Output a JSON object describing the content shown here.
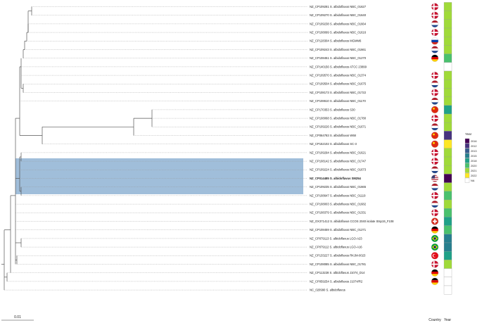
{
  "columns": {
    "country": "Country",
    "year": "Year"
  },
  "legend": {
    "title": "Year",
    "entries": [
      {
        "label": "2016",
        "color": "#440154"
      },
      {
        "label": "2012",
        "color": "#46337e"
      },
      {
        "label": "2013",
        "color": "#365c8d"
      },
      {
        "label": "2015",
        "color": "#277f8e"
      },
      {
        "label": "2018",
        "color": "#1fa187"
      },
      {
        "label": "2020",
        "color": "#4ac16d"
      },
      {
        "label": "2021",
        "color": "#a0da39"
      },
      {
        "label": "2022",
        "color": "#fde725"
      },
      {
        "label": "NA",
        "color": "#ffffff"
      }
    ]
  },
  "scale_bar": {
    "label": "0.01"
  },
  "highlight_color": "#8fb3d4",
  "tips": [
    {
      "label": "NZ_CP109281 S. albidoflavus NBC_01627",
      "country": "denmark",
      "year": "2021"
    },
    {
      "label": "NZ_CP109270 S. albidoflavus NBC_01640",
      "country": "denmark",
      "year": "2021"
    },
    {
      "label": "NZ_CP109238 S. albidoflavus NBC_01664",
      "country": "netherlands",
      "year": "2021"
    },
    {
      "label": "NZ_CP108099 S. albidoflavus NBC_01616",
      "country": "denmark",
      "year": "2021"
    },
    {
      "label": "NZ_CP128304 S. albidoflavus MGMM6",
      "country": "russia",
      "year": "2021"
    },
    {
      "label": "NZ_CP109243 S. albidoflavus NBC_01661",
      "country": "netherlands",
      "year": "2021"
    },
    {
      "label": "NZ_CP108451 S. albidoflavus NBC_01270",
      "country": "germany",
      "year": "2020"
    },
    {
      "label": "NZ_CP140156 S. albidoflavus ATCC 23899",
      "country": "",
      "year": "NA"
    },
    {
      "label": "NZ_CP109570 S. albidoflavus NBC_01374",
      "country": "denmark",
      "year": "2021"
    },
    {
      "label": "NZ_CP109504 S. albidoflavus NBC_01675",
      "country": "netherlands",
      "year": "2021"
    },
    {
      "label": "NZ_CP108173 S. albidoflavus NBC_01722",
      "country": "denmark",
      "year": "2021"
    },
    {
      "label": "NZ_CP108610 S. albidoflavus NBC_01170",
      "country": "netherlands",
      "year": "2021"
    },
    {
      "label": "NZ_CP170353 S. albidoflavus S30",
      "country": "china",
      "year": "2018"
    },
    {
      "label": "NZ_CP108068 S. albidoflavus NBC_01780",
      "country": "denmark",
      "year": "2021"
    },
    {
      "label": "NZ_CP109226 S. albidoflavus NBC_01671",
      "country": "netherlands",
      "year": "2021"
    },
    {
      "label": "NZ_CP064783 S. albidoflavus W68",
      "country": "china",
      "year": "2012"
    },
    {
      "label": "NZ_CP152102 S. albidoflavus SC-3",
      "country": "china",
      "year": "2022"
    },
    {
      "label": "NZ_CP109294 S. albidoflavus NBC_01621",
      "country": "denmark",
      "year": "2021"
    },
    {
      "label": "NZ_CP108142 S. albidoflavus NBC_01747",
      "country": "denmark",
      "year": "2021"
    },
    {
      "label": "NZ_CP109224 S. albidoflavus NBC_01673",
      "country": "netherlands",
      "year": "2021"
    },
    {
      "label": "NZ_CP014485 S. albidoflavus SM254",
      "country": "usa",
      "year": "2016",
      "bold": true
    },
    {
      "label": "NZ_CP109235 S. albidoflavus NBC_01665",
      "country": "netherlands",
      "year": "2021"
    },
    {
      "label": "NZ_CP108647 S. albidoflavus NBC_01119",
      "country": "denmark",
      "year": "2020"
    },
    {
      "label": "NZ_CP108003 S. albidoflavus NBC_01682",
      "country": "netherlands",
      "year": "2021"
    },
    {
      "label": "NZ_CP108379 S. albidoflavus NBC_01331",
      "country": "denmark",
      "year": "2020"
    },
    {
      "label": "NZ_OX371412 S. albidoflavus CCOS 2040 isolate Stsp19_F108",
      "country": "switzerland",
      "year": "2018"
    },
    {
      "label": "NZ_CP108459 S. albidoflavus NBC_01271",
      "country": "germany",
      "year": "2020"
    },
    {
      "label": "NZ_CP079113 S. albidoflavus LGO-A23",
      "country": "brazil",
      "year": "2015"
    },
    {
      "label": "NZ_CP079112 S. albidoflavus LGO-A16",
      "country": "brazil",
      "year": "2015"
    },
    {
      "label": "NZ_CP133227 S. albidoflavus RKJM-0023",
      "country": "turkey",
      "year": "2018"
    },
    {
      "label": "NZ_CP108085 S. albidoflavus NBC_01781",
      "country": "denmark",
      "year": "2021"
    },
    {
      "label": "NZ_CP113228 S. albidoflavus J1074_D14",
      "country": "germany",
      "year": "NA"
    },
    {
      "label": "NZ_CP059254 S. albidoflavus J1074/R2",
      "country": "germany",
      "year": "NA"
    },
    {
      "label": "NC_020990 S. albidoflavus",
      "country": "",
      "year": "NA"
    }
  ]
}
